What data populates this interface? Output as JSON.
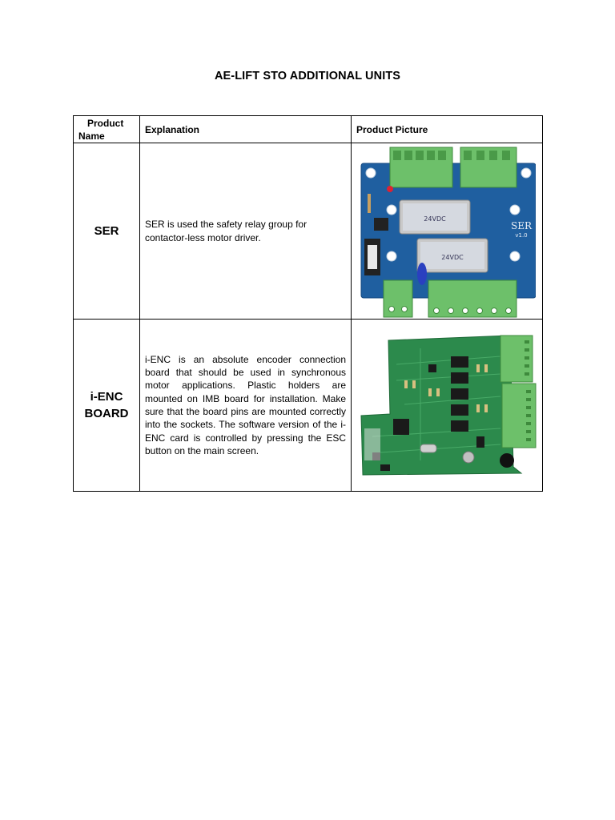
{
  "document": {
    "title": "AE-LIFT STO ADDITIONAL UNITS"
  },
  "table": {
    "headers": {
      "product_name_line1": "Product",
      "product_name_line2": "Name",
      "explanation": "Explanation",
      "product_picture": "Product Picture"
    },
    "rows": [
      {
        "name": "SER",
        "explanation": "SER is used the safety relay group for contactor-less motor driver.",
        "picture": {
          "silkscreen_model": "SER",
          "silkscreen_version": "v1.0",
          "relay_label": "24VDC",
          "board_color": "#1f5fa0",
          "connector_color": "#6dc06a"
        }
      },
      {
        "name_line1": "i-ENC",
        "name_line2": "BOARD",
        "explanation": "i-ENC is an absolute encoder connection board that should be used in synchronous motor applications. Plastic holders are mounted on IMB board for installation. Make sure that the board pins are mounted correctly into the sockets. The software version of the i-ENC card is controlled by pressing the ESC button on the main screen.",
        "picture": {
          "board_color": "#2c8a4c",
          "connector_color": "#6dc06a"
        }
      }
    ]
  }
}
